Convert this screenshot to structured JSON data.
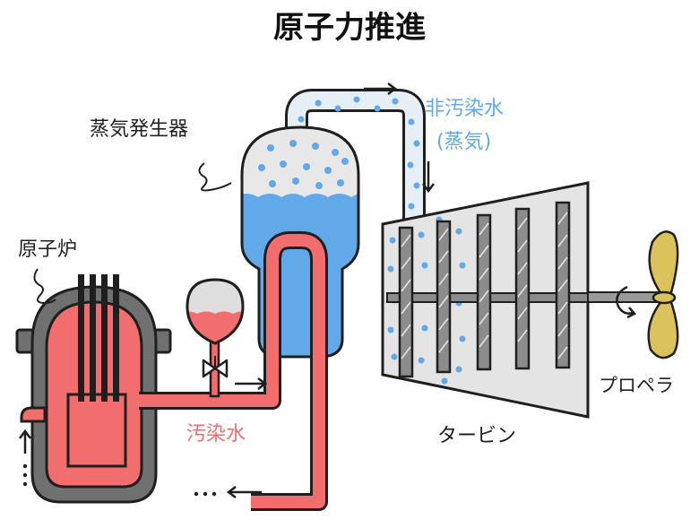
{
  "title": "原子力推進",
  "labels": {
    "steam_generator": "蒸気発生器",
    "reactor": "原子炉",
    "clean_steam_line1": "非汚染水",
    "clean_steam_line2": "(蒸気)",
    "contaminated_water": "汚染水",
    "turbine": "タービン",
    "propeller": "プロペラ"
  },
  "colors": {
    "contaminated": "#f26d6d",
    "clean_water": "#62a9ea",
    "steam_bubble": "#63a8ea",
    "pipe_steam": "#e6eef6",
    "outline": "#1f1f1f",
    "reactor_shell": "#707070",
    "turbine_body": "#e4e4e4",
    "turbine_blade": "#8c8c8c",
    "propeller": "#dcc25a",
    "shaft": "#9a9a9a",
    "pressurizer_dome": "#dedede"
  }
}
